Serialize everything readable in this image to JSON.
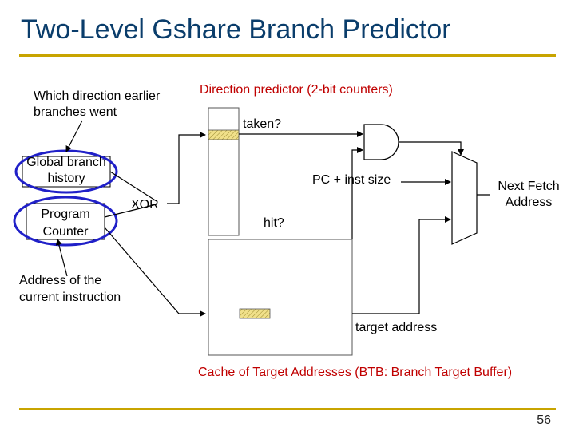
{
  "slide": {
    "title": "Two-Level Gshare Branch Predictor",
    "page_number": "56"
  },
  "labels": {
    "earlier_line1": "Which direction earlier",
    "earlier_line2": "branches went",
    "direction_predictor": "Direction predictor (2-bit counters)",
    "taken": "taken?",
    "global_line1": "Global branch",
    "global_line2": "history",
    "program_line1": "Program",
    "program_line2": "Counter",
    "xor": "XOR",
    "pc_inst_size": "PC + inst size",
    "next_fetch_line1": "Next Fetch",
    "next_fetch_line2": "Address",
    "hit": "hit?",
    "address_line1": "Address of the",
    "address_line2": "current instruction",
    "target_address": "target address",
    "btb": "Cache of Target Addresses (BTB: Branch Target Buffer)"
  },
  "colors": {
    "title": "#0a3d6b",
    "accent_rule": "#c8a400",
    "caption_red": "#c00000",
    "highlight_ring": "#2020c8",
    "entry_fill": "#e8d77a"
  }
}
